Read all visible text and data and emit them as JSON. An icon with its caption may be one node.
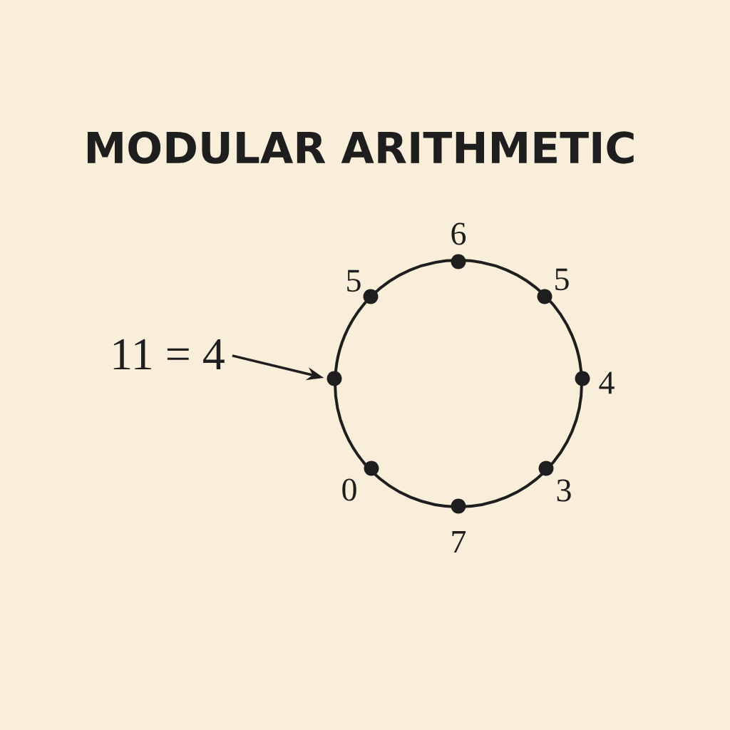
{
  "diagram": {
    "title": "MODULAR ARITHMETIC",
    "nodes": [
      {
        "text": [
          "11 = 4"
        ]
      },
      {
        "text": [],
        "shape": "circle",
        "beside": [
          "6"
        ]
      },
      {
        "text": [],
        "shape": "circle",
        "beside": [
          "5"
        ]
      },
      {
        "text": [],
        "shape": "circle",
        "beside": [
          "5"
        ]
      },
      {
        "text": [],
        "shape": "circle"
      },
      {
        "text": [],
        "shape": "circle",
        "beside": [
          "4"
        ]
      },
      {
        "text": [],
        "shape": "circle",
        "beside": [
          "0"
        ]
      },
      {
        "text": [],
        "shape": "circle",
        "beside": [
          "3"
        ]
      },
      {
        "text": [],
        "shape": "circle",
        "beside": [
          "7"
        ]
      }
    ],
    "edges": [
      {
        "from": 0,
        "to": 4,
        "arrow": "to"
      }
    ]
  }
}
